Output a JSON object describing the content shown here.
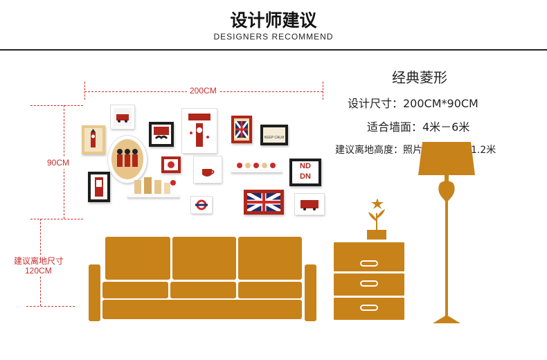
{
  "header": {
    "title": "设计师建议",
    "subtitle": "DESIGNERS RECOMMEND"
  },
  "spec": {
    "title": "经典菱形",
    "size_line": "设计尺寸：200CM*90CM",
    "wall_line": "适合墙面：4米－6米",
    "height_line": "建议离地高度：照片墙底部离地1.2米"
  },
  "dimensions": {
    "width_label": "200CM",
    "height_label": "90CM",
    "floor_label": "建议离地尺寸",
    "floor_value": "120CM"
  },
  "decor": {
    "frame_text_ndn_top": "ND",
    "frame_text_ndn_bottom": "DN",
    "frame_text_keep": "KEEP CALM"
  },
  "colors": {
    "furniture": "#c8821a",
    "dimension": "#cc2a2a",
    "frame_red": "#b0261b",
    "frame_black": "#1d1d1d"
  }
}
